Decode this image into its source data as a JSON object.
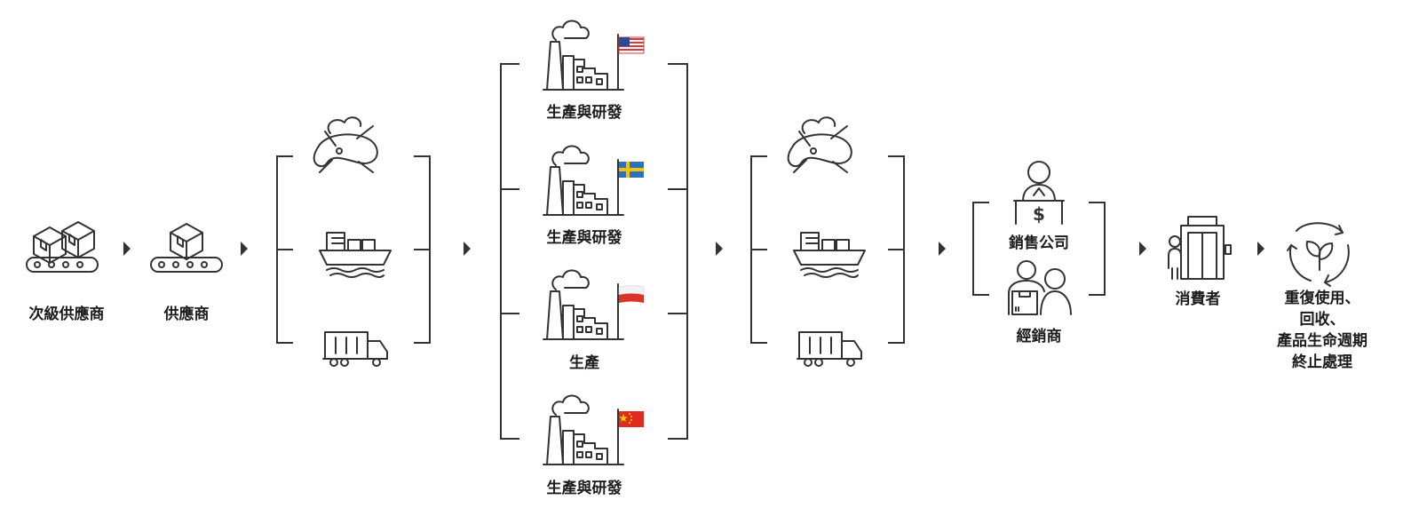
{
  "nodes": {
    "sub_supplier": "次級供應商",
    "supplier": "供應商",
    "factory_us": "生產與研發",
    "factory_se": "生產與研發",
    "factory_pl": "生產",
    "factory_cn": "生產與研發",
    "sales_company": "銷售公司",
    "distributor": "經銷商",
    "consumer": "消費者",
    "end_of_life": "重復使用、\n回收、\n產品生命週期\n終止處理"
  },
  "icons": {
    "sub_supplier": "conveyor-boxes-icon",
    "supplier": "conveyor-box-icon",
    "transport": [
      "airplane-icon",
      "ship-icon",
      "truck-icon"
    ],
    "factory": "factory-icon",
    "flags": [
      "us-flag-icon",
      "sweden-flag-icon",
      "poland-flag-icon",
      "china-flag-icon"
    ],
    "sales": "cashier-icon",
    "distributor": "people-box-icon",
    "consumer": "elevator-person-icon",
    "recycle": "recycle-leaf-icon"
  },
  "colors": {
    "line": "#333333",
    "us_red": "#d63c3c",
    "us_blue": "#2c4a9a",
    "se_blue": "#2f6fc0",
    "se_yellow": "#f2c300",
    "pl_red": "#d9342c",
    "cn_red": "#e02b20",
    "cn_star": "#f6d000"
  }
}
